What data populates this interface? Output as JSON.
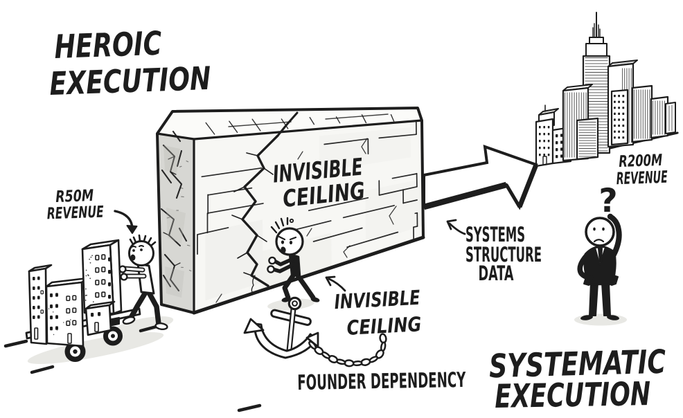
{
  "colors": {
    "ink": "#1d1d1d",
    "background": "#ffffff",
    "wall_side_face": "#d7d7d3",
    "wall_front_face": "#f7f7f4",
    "ground_shadow": "#e8e8e4"
  },
  "labels": {
    "heroic": {
      "line1": "HEROIC",
      "line2": "EXECUTION"
    },
    "cart_revenue": {
      "line1": "R50M",
      "line2": "REVENUE"
    },
    "wall_text": {
      "line1": "INVISIBLE",
      "line2": "CEILING"
    },
    "ceiling_label": {
      "line1": "INVISIBLE",
      "line2": "CEILING"
    },
    "founder_dependency": "FOUNDER DEPENDENCY",
    "systems": {
      "line1": "SYSTEMS",
      "line2": "STRUCTURE",
      "line3": "DATA"
    },
    "city_revenue": {
      "line1": "R200M",
      "line2": "REVENUE"
    },
    "question_mark": "?",
    "systematic": {
      "line1": "SYSTEMATIC",
      "line2": "EXECUTION"
    }
  }
}
